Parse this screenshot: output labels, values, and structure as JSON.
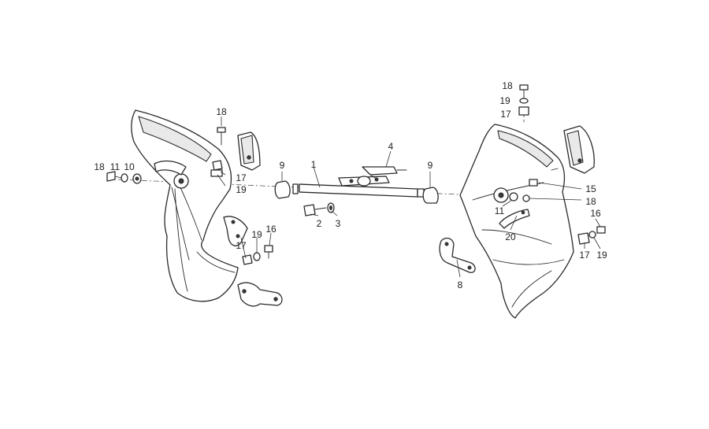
{
  "diagram": {
    "part_numbers": [
      "1",
      "2",
      "3",
      "4",
      "8",
      "9",
      "9",
      "10",
      "11",
      "11",
      "15",
      "16",
      "16",
      "17",
      "17",
      "17",
      "17",
      "18",
      "18",
      "18",
      "18",
      "19",
      "19",
      "19",
      "19",
      "20"
    ]
  },
  "colors": {
    "line": "#2a2a2a",
    "background": "#ffffff",
    "fill_shade": "#e9e9e9"
  }
}
